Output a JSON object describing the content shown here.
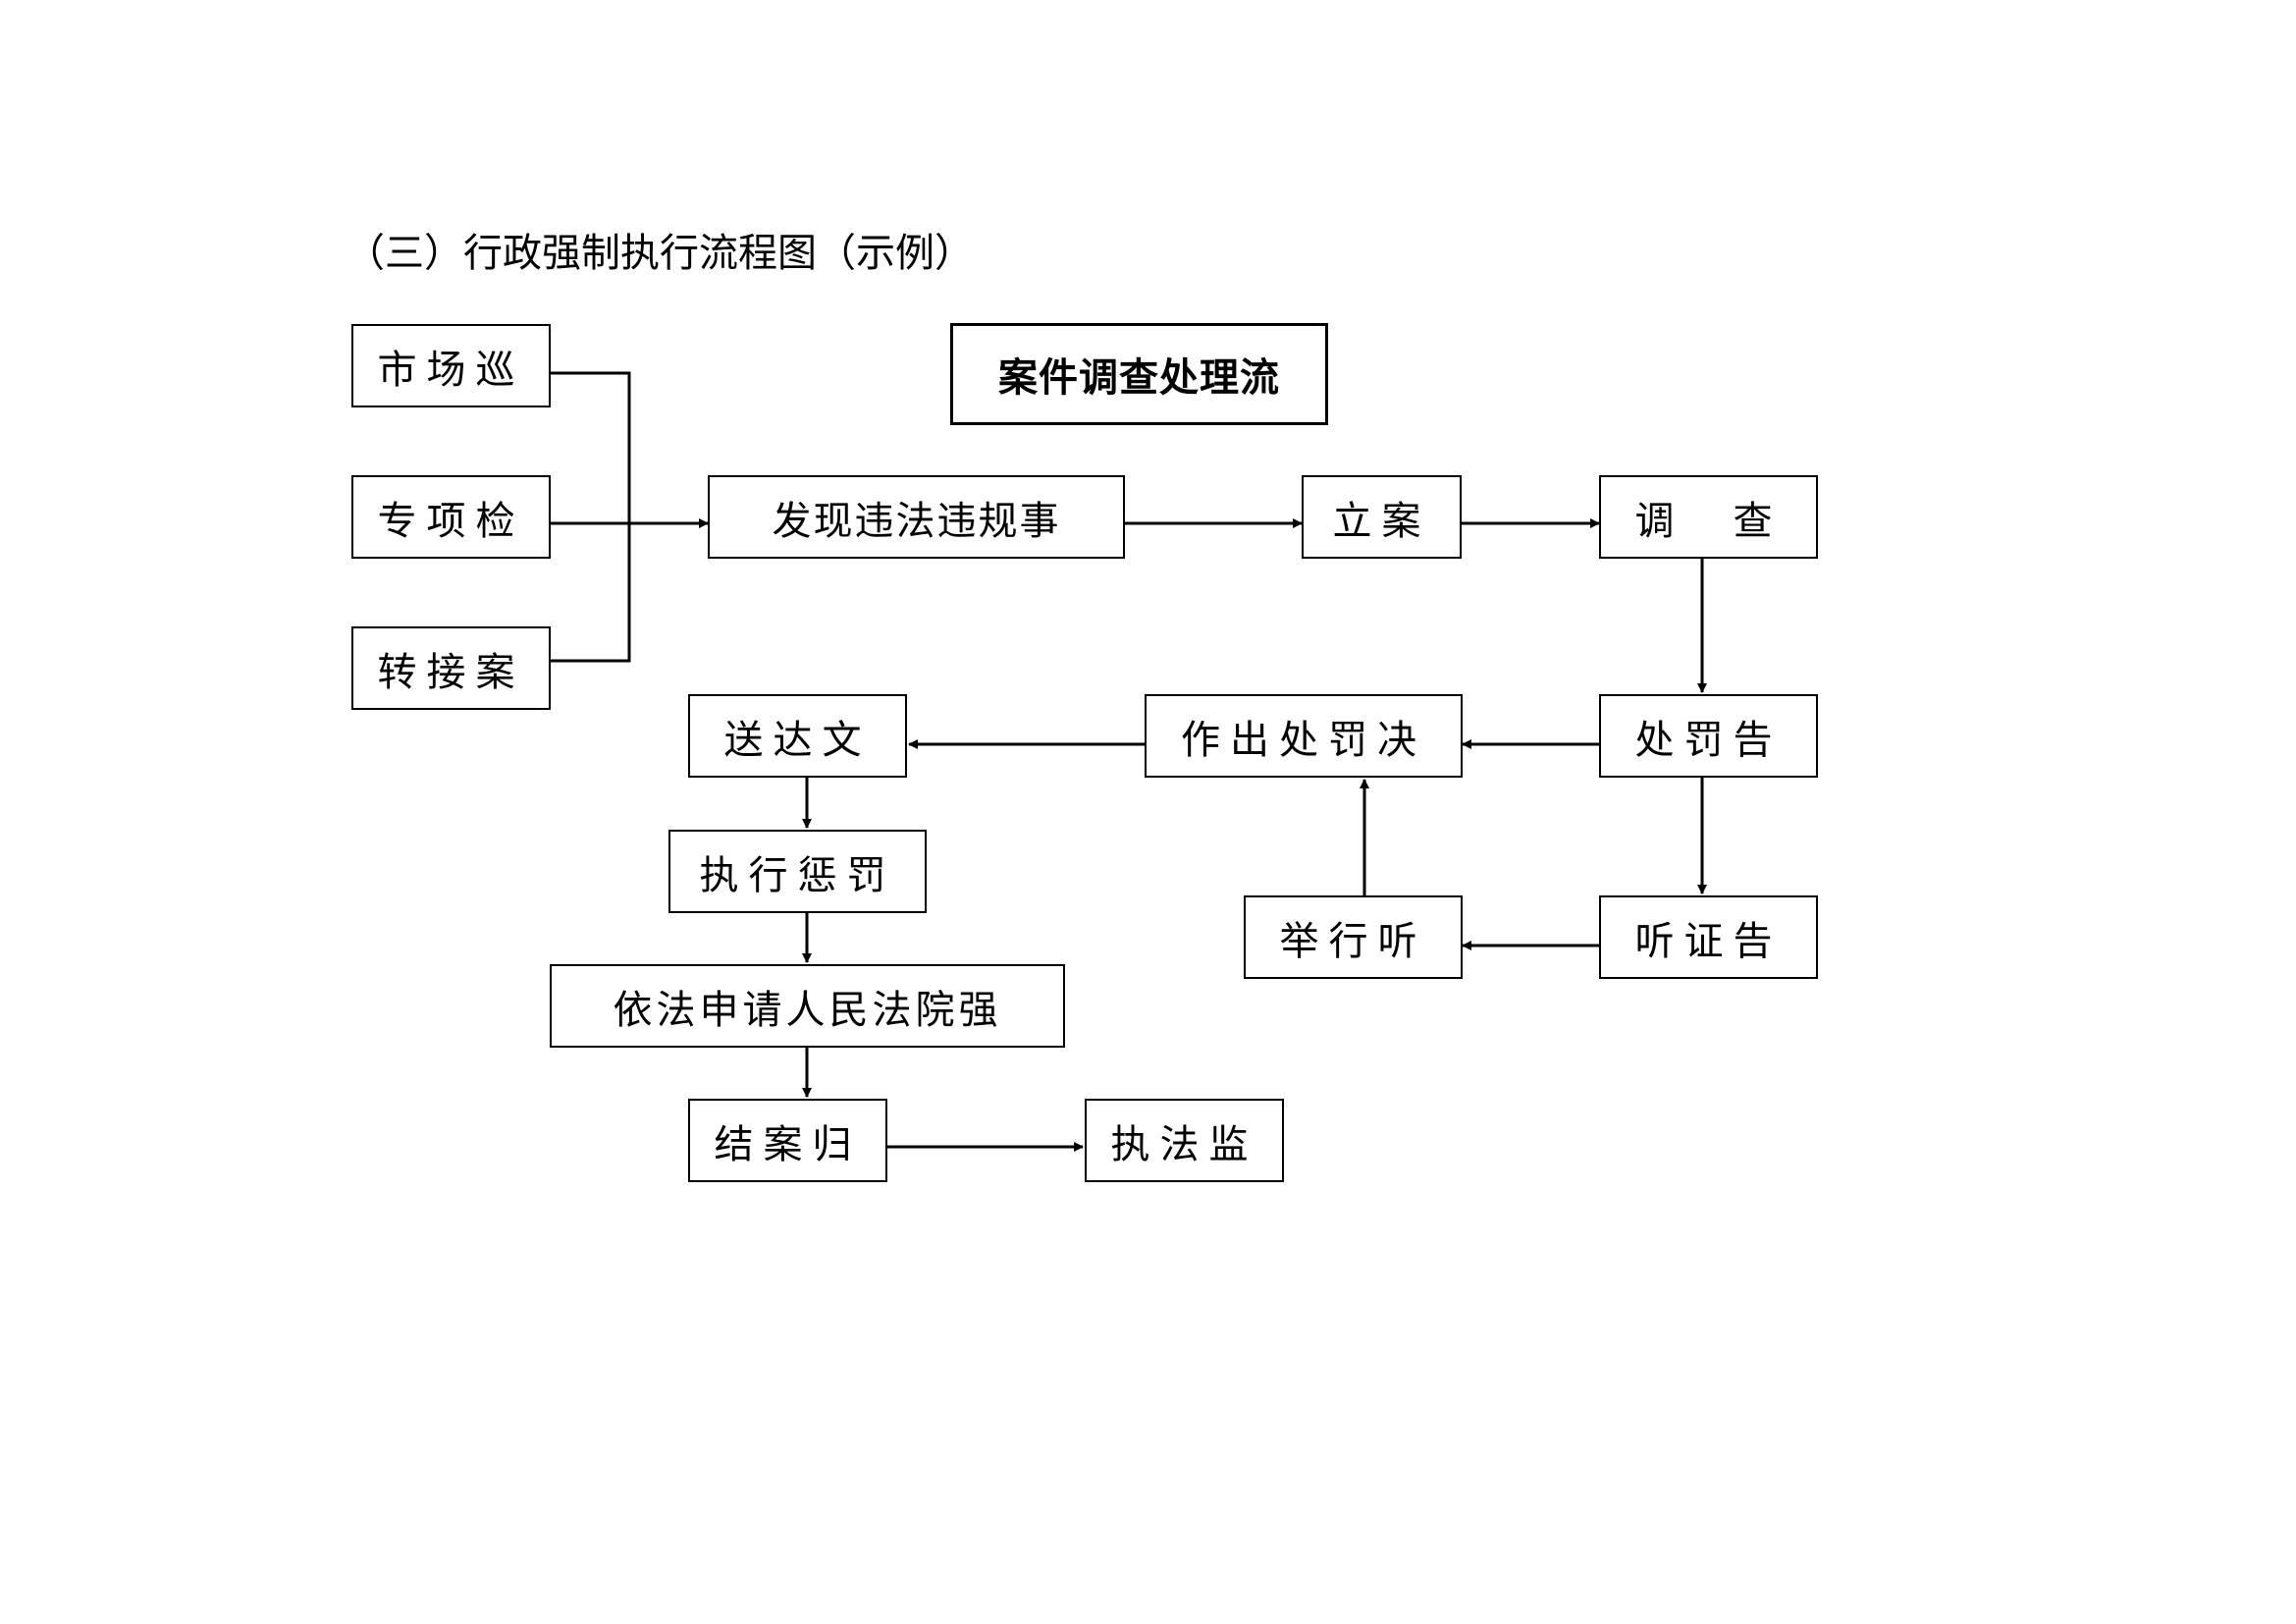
{
  "page": {
    "title": "（三）行政强制执行流程图（示例）"
  },
  "diagram": {
    "heading": "案件调查处理流",
    "sources": {
      "market_patrol": "市场巡",
      "special_inspection": "专项检",
      "transfer_case": "转接案"
    },
    "discover": "发现违法违规事",
    "register_case": "立案",
    "investigate": "调　查",
    "penalty_notice": "处罚告",
    "hearing_notice": "听证告",
    "hold_hearing": "举行听",
    "penalty_decision": "作出处罚决",
    "deliver_document": "送达文",
    "execute_penalty": "执行惩罚",
    "apply_court": "依法申请人民法院强",
    "close_case": "结案归",
    "supervision": "执法监"
  }
}
